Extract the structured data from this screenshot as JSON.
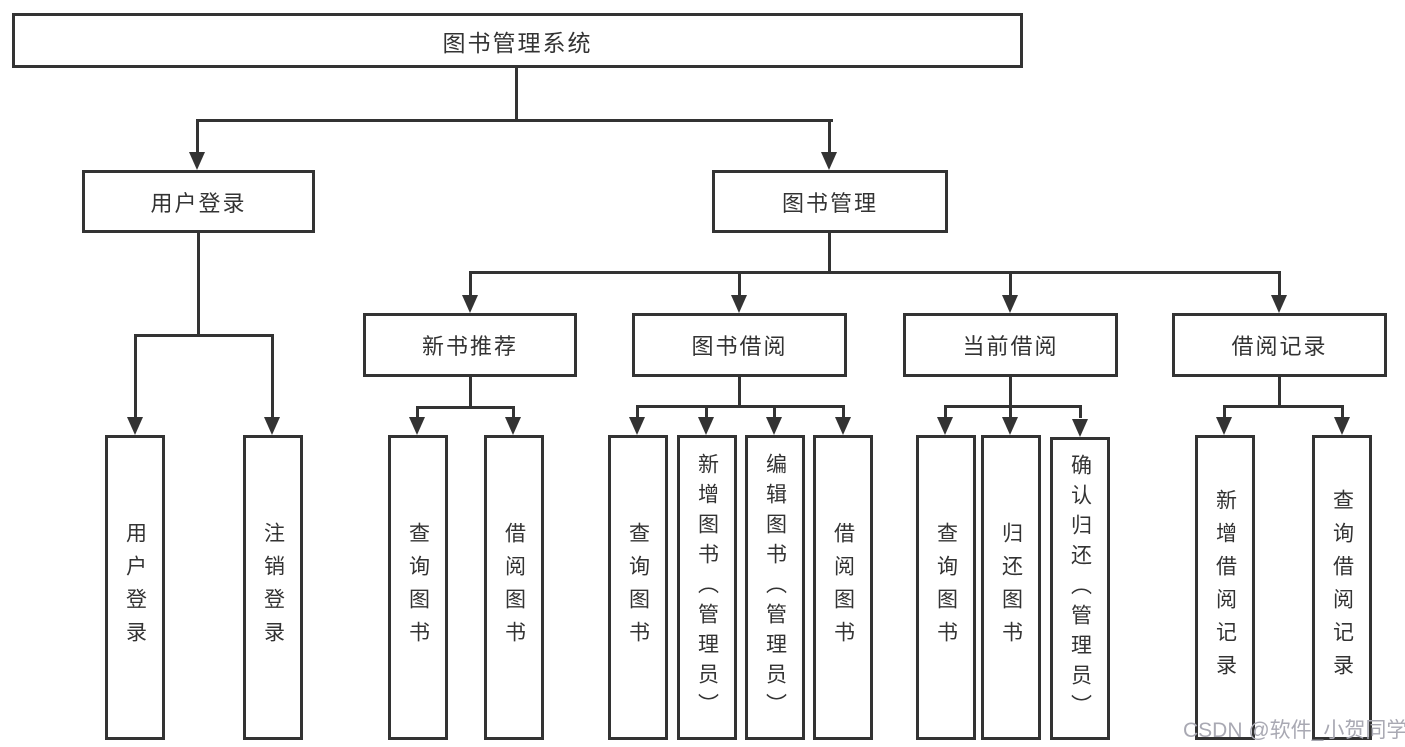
{
  "nodes": {
    "root": "图书管理系统",
    "level1": {
      "user_login": "用户登录",
      "book_mgmt": "图书管理"
    },
    "level2": {
      "new_book_rec": "新书推荐",
      "book_borrow": "图书借阅",
      "current_borrow": "当前借阅",
      "borrow_record": "借阅记录"
    },
    "leaves": {
      "user_login": "用户登录",
      "logout": "注销登录",
      "nb_query_book": "查询图书",
      "nb_borrow_book": "借阅图书",
      "bb_query_book": "查询图书",
      "bb_add_book": "新增图书（管理员）",
      "bb_edit_book": "编辑图书（管理员）",
      "bb_borrow_book": "借阅图书",
      "cb_query_book": "查询图书",
      "cb_return_book": "归还图书",
      "cb_confirm_return": "确认归还（管理员）",
      "br_add_record": "新增借阅记录",
      "br_query_record": "查询借阅记录"
    }
  },
  "watermark": "CSDN @软件_小贺同学",
  "colors": {
    "line": "#333333",
    "text": "#333333",
    "watermark": "#a9a9b3",
    "background": "#ffffff"
  }
}
